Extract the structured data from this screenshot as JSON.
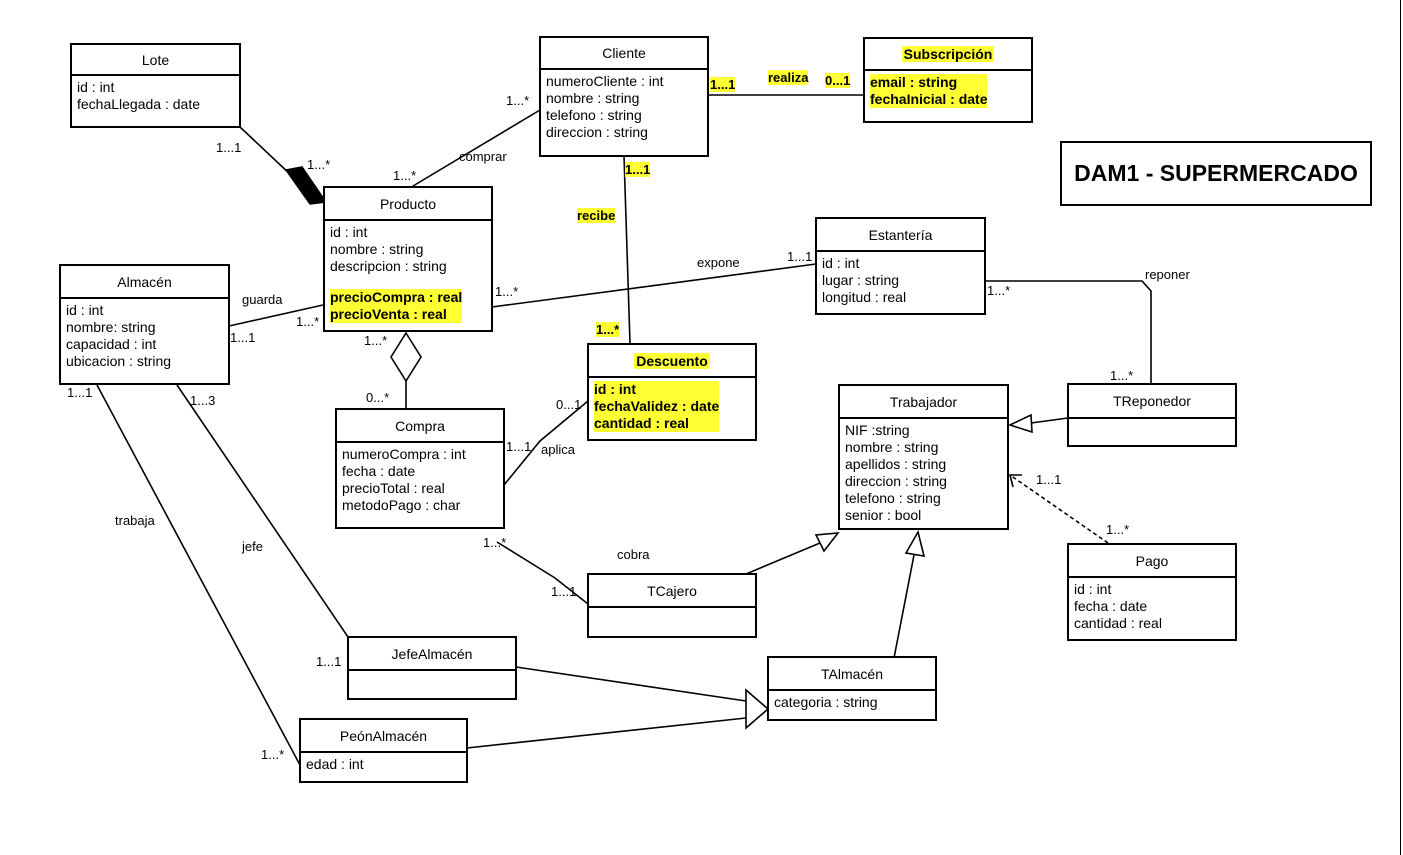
{
  "diagram_title": "DAM1 - SUPERMERCADO",
  "classes": {
    "lote": {
      "name": "Lote",
      "attributes": [
        "id : int",
        "fechaLlegada : date"
      ]
    },
    "cliente": {
      "name": "Cliente",
      "attributes": [
        "numeroCliente : int",
        "nombre : string",
        "telefono : string",
        "direccion : string"
      ]
    },
    "subscripcion": {
      "name": "Subscripción",
      "attributes": [
        "email : string",
        "fechaInicial : date"
      ]
    },
    "producto": {
      "name": "Producto",
      "attributes": [
        "id : int",
        "nombre : string",
        "descripcion : string"
      ],
      "highlighted_attributes": [
        "precioCompra : real",
        "precioVenta : real"
      ]
    },
    "almacen": {
      "name": "Almacén",
      "attributes": [
        "id : int",
        "nombre: string",
        "capacidad : int",
        "ubicacion : string"
      ]
    },
    "estanteria": {
      "name": "Estantería",
      "attributes": [
        "id : int",
        "lugar : string",
        "longitud : real"
      ]
    },
    "descuento": {
      "name": "Descuento",
      "attributes": [
        "id : int",
        "fechaValidez : date",
        "cantidad : real"
      ]
    },
    "compra": {
      "name": "Compra",
      "attributes": [
        "numeroCompra : int",
        "fecha : date",
        "precioTotal : real",
        "metodoPago : char"
      ]
    },
    "trabajador": {
      "name": "Trabajador",
      "attributes": [
        "NIF :string",
        "nombre : string",
        "apellidos : string",
        "direccion : string",
        "telefono : string",
        "senior : bool"
      ]
    },
    "treponedor": {
      "name": "TReponedor"
    },
    "pago": {
      "name": "Pago",
      "attributes": [
        "id : int",
        "fecha : date",
        "cantidad : real"
      ]
    },
    "tcajero": {
      "name": "TCajero"
    },
    "jefealmacen": {
      "name": "JefeAlmacén"
    },
    "talmacen": {
      "name": "TAlmacén",
      "attributes": [
        "categoria : string"
      ]
    },
    "peonalmacen": {
      "name": "PeónAlmacén",
      "attributes": [
        "edad : int"
      ]
    }
  },
  "labels": {
    "lote_producto_lote_mult": "1...1",
    "lote_producto_prod_mult": "1...*",
    "cliente_producto_cli_mult": "1...*",
    "cliente_producto_prod_mult": "1...*",
    "comprar": "comprar",
    "realiza": "realiza",
    "realiza_cli_mult": "1...1",
    "realiza_sub_mult": "0...1",
    "recibe": "recibe",
    "recibe_cli_mult": "1...1",
    "recibe_desc_mult": "1...*",
    "expone": "expone",
    "expone_est_mult": "1...1",
    "expone_prod_mult": "1...*",
    "guarda": "guarda",
    "guarda_prod_mult": "1...*",
    "guarda_alm_mult": "1...1",
    "prod_compra_prod_mult": "1...*",
    "prod_compra_compra_mult": "0...*",
    "aplica": "aplica",
    "aplica_desc_mult": "0...1",
    "aplica_compra_mult": "1...1",
    "reponer": "reponer",
    "reponer_est_mult": "1...*",
    "reponer_rep_mult": "1...*",
    "pago_trab_mult": "1...1",
    "pago_pago_mult": "1...*",
    "cobra": "cobra",
    "cobra_compra_mult": "1...*",
    "cobra_cajero_mult": "1...1",
    "alm_trabaja_mult": "1...1",
    "alm_jefe_mult": "1...3",
    "trabaja": "trabaja",
    "jefe": "jefe",
    "jefe_mult": "1...1",
    "peon_mult": "1...*"
  }
}
